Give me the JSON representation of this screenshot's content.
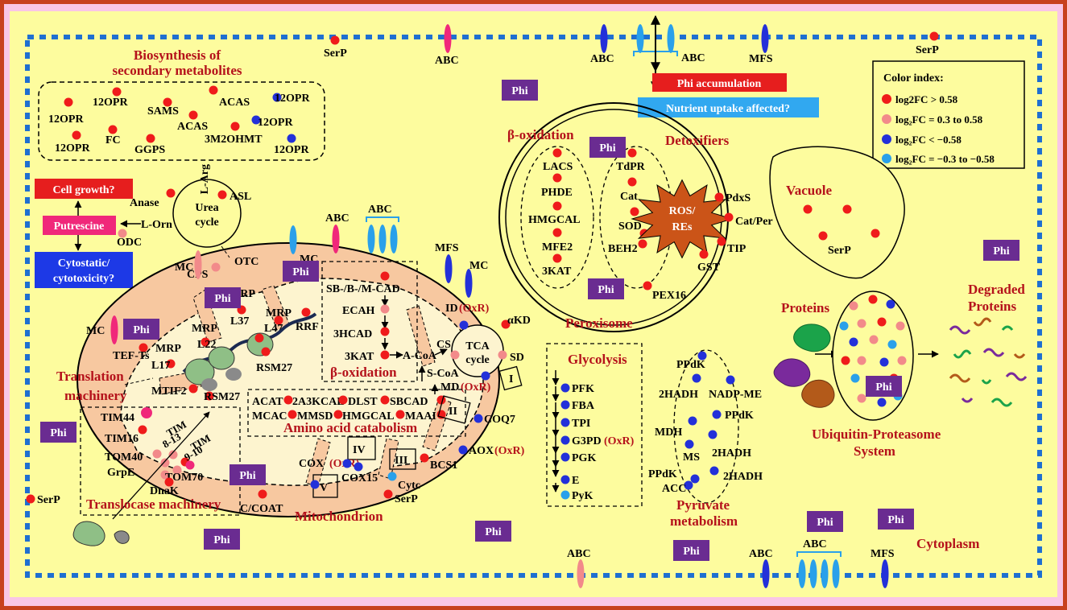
{
  "colors": {
    "outer_bg": "#f9c6e6",
    "outer_border": "#c7401e",
    "cytoplasm": "#fdfc9e",
    "membrane_dash": "#1f6fd1",
    "mito_fill": "#f7c8a0",
    "mito_inner": "#fdf4cf",
    "phi_box": "#6a2c91",
    "dot_red": "#ef1b1b",
    "dot_pink": "#f28a8a",
    "dot_blue": "#2330d9",
    "dot_lightblue": "#2aa0ea",
    "ros_star": "#cb5418",
    "cell_growth_box": "#e61e1e",
    "putrescine_box": "#f0287a",
    "cytostatic_box": "#1d39e6",
    "nutrient_box": "#31a8f0",
    "phi_acc_box": "#e61e1e",
    "title_red": "#b5121b"
  },
  "labels": {
    "serp": "SerP",
    "abc": "ABC",
    "mfs": "MFS",
    "mc": "MC",
    "phi": "Phi",
    "biosynthesis_l1": "Biosynthesis of",
    "biosynthesis_l2": "secondary metabolites",
    "opr12": "12OPR",
    "sams": "SAMS",
    "acas": "ACAS",
    "fc": "FC",
    "ggps": "GGPS",
    "m2ohmt": "3M2OHMT",
    "cell_growth": "Cell growth?",
    "putrescine": "Putrescine",
    "cytostatic_l1": "Cytostatic/",
    "cytostatic_l2": "cytotoxicity?",
    "anase": "Anase",
    "asl": "ASL",
    "l_arg": "L-Arg",
    "l_orn": "L-Orn",
    "odc": "ODC",
    "urea_l1": "Urea",
    "urea_l2": "cycle",
    "cps": "CPS",
    "otc": "OTC",
    "phi_accumulation": "Phi accumulation",
    "nutrient_uptake": "Nutrient uptake affected?",
    "color_index_title": "Color index:",
    "ci_red": "log2FC > 0.58",
    "ci_pink": "log₂FC = 0.3 to 0.58",
    "ci_blue": "log₂FC < −0.58",
    "ci_lightblue": "log₂FC = −0.3 to −0.58",
    "beta_oxidation": "β-oxidation",
    "detoxifiers": "Detoxifiers",
    "lacs": "LACS",
    "phde": "PHDE",
    "hmgcal": "HMGCAL",
    "mfe2": "MFE2",
    "kat3": "3KAT",
    "tdpr": "TdPR",
    "cat": "Cat",
    "sod": "SOD",
    "beh2": "BEH2",
    "ros_l1": "ROS/",
    "ros_l2": "REs",
    "pdxs": "PdxS",
    "catper": "Cat/Per",
    "tip": "TIP",
    "gst": "GST",
    "pex16": "PEX16",
    "peroxisome": "Peroxisome",
    "vacuole": "Vacuole",
    "proteins": "Proteins",
    "degraded_l1": "Degraded",
    "degraded_l2": "Proteins",
    "ups_l1": "Ubiquitin-Proteasome",
    "ups_l2": "System",
    "sbcad": "SB-/B-/M-CAD",
    "ecah": "ECAH",
    "hcad3": "3HCAD",
    "acoa": "A-CoA",
    "tca_l1": "TCA",
    "tca_l2": "cycle",
    "cs": "CS",
    "sd": "SD",
    "scoa": "S-CoA",
    "md_oxr": "MD",
    "oxr": "(OxR)",
    "id": "ID",
    "akd": "αKD",
    "rrf": "RRF",
    "mrp": "MRP",
    "l37": "L37",
    "l47": "L47",
    "l22": "L22",
    "l17": "L17",
    "teft": "TEF-Ts",
    "rsm27": "RSM27",
    "mtif2": "MTIF2",
    "translation_l1": "Translation",
    "translation_l2": "machinery",
    "acat": "ACAT",
    "kcal2a3": "2A3KCAL",
    "dlst": "DLST",
    "sbcad2": "SBCAD",
    "mcac": "MCAC",
    "mmsd": "MMSD",
    "maai": "MAAI",
    "aa_catabolism": "Amino acid catabolism",
    "tim44": "TIM44",
    "tim16": "TIM16",
    "tom40": "TOM40",
    "grpe": "GrpE",
    "tom70": "TOM70",
    "dnak": "DnaK",
    "tim813": "TIM",
    "tim813b": "8-13",
    "tim910": "TIM",
    "tim910b": "9-10",
    "translocase": "Translocase machinery",
    "ccoat": "C/COAT",
    "cox": "COX",
    "cox15": "COX15",
    "cytc": "Cytc",
    "bcs1": "BCS1",
    "aox": "AOX",
    "coq7": "COQ7",
    "mitochondrion": "Mitochondrion",
    "c1": "I",
    "c2": "II",
    "c3": "III",
    "c4": "IV",
    "c5": "V",
    "glycolysis": "Glycolysis",
    "pfk": "PFK",
    "fba": "FBA",
    "tpi": "TPI",
    "g3pd": "G3PD",
    "pgk": "PGK",
    "enolase": "E",
    "pyk": "PyK",
    "ppdk": "PPdK",
    "hadh2": "2HADH",
    "nadpme": "NADP-ME",
    "mdh": "MDH",
    "ms": "MS",
    "acc": "ACC",
    "pyruvate_l1": "Pyruvate",
    "pyruvate_l2": "metabolism",
    "cytoplasm": "Cytoplasm"
  }
}
